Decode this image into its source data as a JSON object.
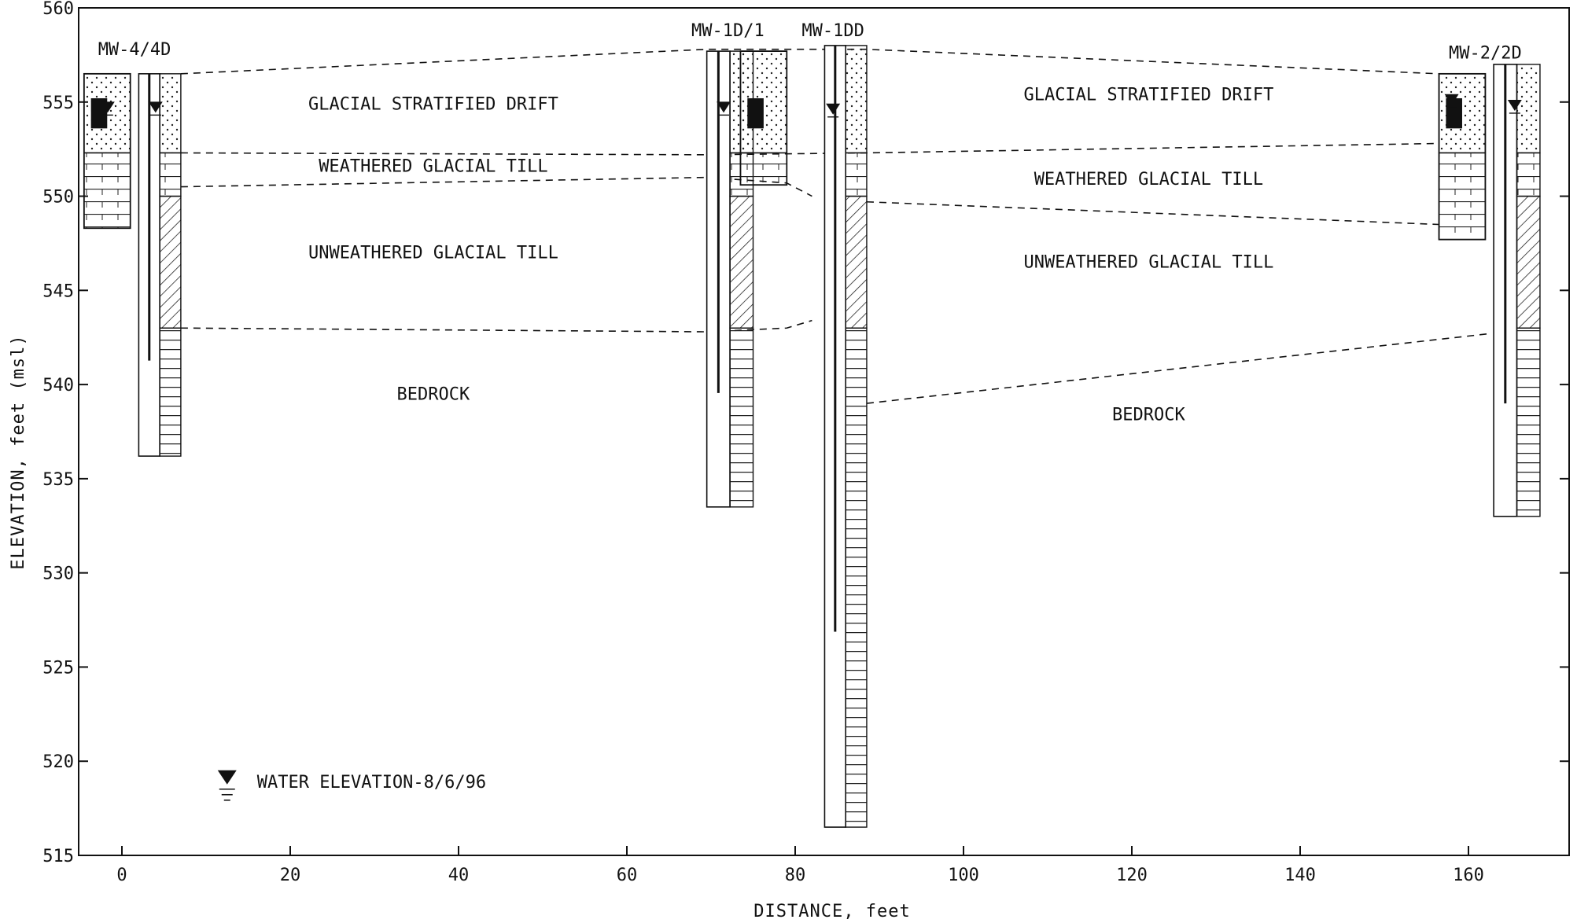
{
  "chart_data": {
    "type": "cross-section",
    "xlabel": "DISTANCE, feet",
    "ylabel": "ELEVATION, feet (msl)",
    "xlim": [
      -5,
      170
    ],
    "ylim": [
      515,
      560
    ],
    "xticks": [
      0,
      20,
      40,
      60,
      80,
      100,
      120,
      140,
      160
    ],
    "yticks": [
      515,
      520,
      525,
      530,
      535,
      540,
      545,
      550,
      555,
      560
    ],
    "wells": [
      {
        "name": "MW-4/4D",
        "x": 1.5,
        "label_y": 557.5,
        "columns": [
          {
            "x0": -4.5,
            "x1": 1,
            "top": 556.5,
            "bottom": 548.3,
            "kind": "shallow"
          },
          {
            "x0": 2,
            "x1": 7,
            "top": 556.5,
            "bottom": 536.2,
            "kind": "deep"
          }
        ]
      },
      {
        "name": "MW-1D/1",
        "x": 72,
        "label_y": 558.5,
        "columns": [
          {
            "x0": 69.5,
            "x1": 75,
            "top": 557.7,
            "bottom": 533.5,
            "kind": "deep"
          },
          {
            "x0": 73.5,
            "x1": 79,
            "top": 557.7,
            "bottom": 550.6,
            "kind": "shallow"
          }
        ]
      },
      {
        "name": "MW-1DD",
        "x": 84.5,
        "label_y": 558.5,
        "columns": [
          {
            "x0": 83.5,
            "x1": 88.5,
            "top": 558,
            "bottom": 516.5,
            "kind": "deep"
          }
        ]
      },
      {
        "name": "MW-2/2D",
        "x": 162,
        "label_y": 557.3,
        "columns": [
          {
            "x0": 156.5,
            "x1": 162,
            "top": 556.5,
            "bottom": 547.7,
            "kind": "shallow"
          },
          {
            "x0": 163,
            "x1": 168.5,
            "top": 557,
            "bottom": 533,
            "kind": "deep"
          }
        ]
      }
    ],
    "contacts": [
      {
        "name": "top-surface",
        "points": [
          [
            7,
            556.5
          ],
          [
            69.5,
            557.8
          ],
          [
            88.5,
            557.8
          ],
          [
            156.5,
            556.5
          ]
        ]
      },
      {
        "name": "drift-till",
        "points": [
          [
            7,
            552.3
          ],
          [
            69.5,
            552.2
          ],
          [
            88.5,
            552.3
          ],
          [
            156.5,
            552.8
          ]
        ]
      },
      {
        "name": "weathered-unweathered",
        "points": [
          [
            7,
            550.5
          ],
          [
            69.5,
            551
          ],
          [
            79,
            550.7
          ],
          [
            82,
            550
          ]
        ]
      },
      {
        "name": "weathered-unweathered-east",
        "points": [
          [
            88.5,
            549.7
          ],
          [
            156.5,
            548.5
          ]
        ]
      },
      {
        "name": "till-bedrock-west",
        "points": [
          [
            7,
            543
          ],
          [
            69.5,
            542.8
          ],
          [
            79,
            543
          ],
          [
            82,
            543.4
          ]
        ]
      },
      {
        "name": "till-bedrock-east",
        "points": [
          [
            88.5,
            539
          ],
          [
            162.5,
            542.7
          ]
        ]
      }
    ],
    "unit_labels": [
      {
        "text": "GLACIAL STRATIFIED DRIFT",
        "x": 37,
        "y": 554.6
      },
      {
        "text": "WEATHERED GLACIAL TILL",
        "x": 37,
        "y": 551.3
      },
      {
        "text": "UNWEATHERED GLACIAL TILL",
        "x": 37,
        "y": 546.7
      },
      {
        "text": "BEDROCK",
        "x": 37,
        "y": 539.2
      },
      {
        "text": "GLACIAL STRATIFIED DRIFT",
        "x": 122,
        "y": 555.1
      },
      {
        "text": "WEATHERED GLACIAL TILL",
        "x": 122,
        "y": 550.6
      },
      {
        "text": "UNWEATHERED GLACIAL TILL",
        "x": 122,
        "y": 546.2
      },
      {
        "text": "BEDROCK",
        "x": 122,
        "y": 538.1
      }
    ],
    "water_levels": [
      {
        "well": "MW-4/4D",
        "x": -1.7,
        "elev": 554.6
      },
      {
        "well": "MW-4/4D",
        "x": 4,
        "elev": 554.6
      },
      {
        "well": "MW-1D/1",
        "x": 71.5,
        "elev": 554.6
      },
      {
        "well": "MW-1DD",
        "x": 84.5,
        "elev": 554.5
      },
      {
        "well": "MW-2/2D",
        "x": 158,
        "elev": 555
      },
      {
        "well": "MW-2/2D",
        "x": 165.5,
        "elev": 554.7
      }
    ],
    "legend": {
      "text": "WATER ELEVATION-8/6/96",
      "x": 12.5,
      "y": 518.6
    }
  }
}
